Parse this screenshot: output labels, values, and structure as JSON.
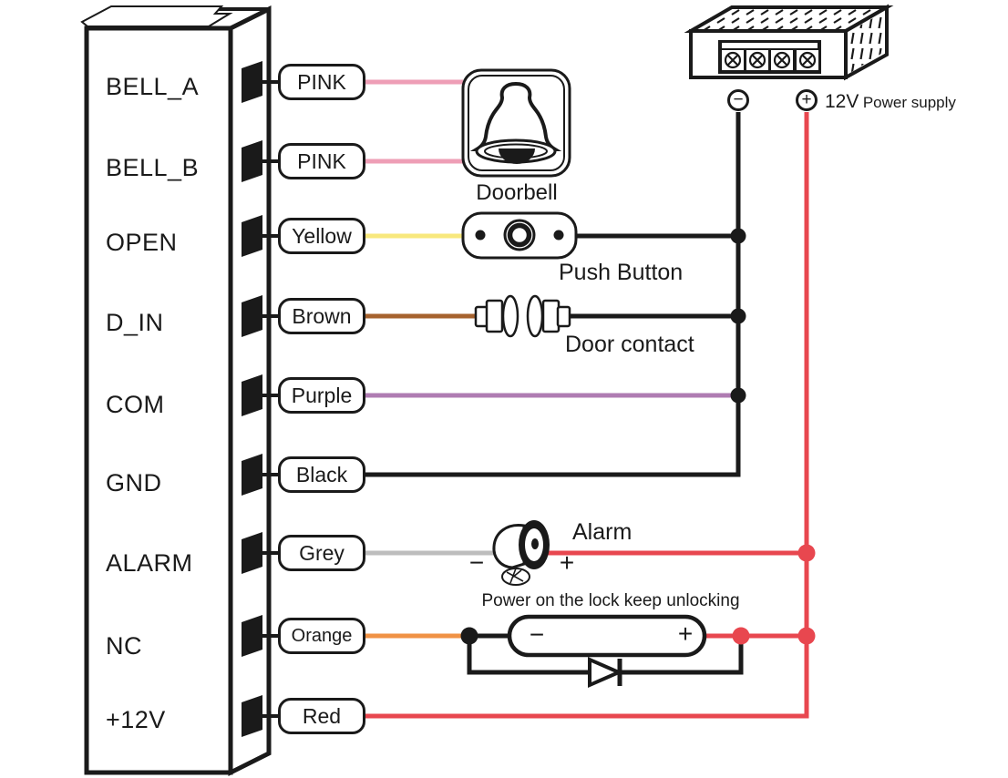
{
  "controller": {
    "terminals": [
      {
        "label": "BELL_A",
        "wire_label": "PINK",
        "wire_color": "#ee9eb6"
      },
      {
        "label": "BELL_B",
        "wire_label": "PINK",
        "wire_color": "#ee9eb6"
      },
      {
        "label": "OPEN",
        "wire_label": "Yellow",
        "wire_color": "#f8e87d"
      },
      {
        "label": "D_IN",
        "wire_label": "Brown",
        "wire_color": "#a6622e"
      },
      {
        "label": "COM",
        "wire_label": "Purple",
        "wire_color": "#af7cb2"
      },
      {
        "label": "GND",
        "wire_label": "Black",
        "wire_color": "#1a1a1a"
      },
      {
        "label": "ALARM",
        "wire_label": "Grey",
        "wire_color": "#bdbdbd"
      },
      {
        "label": "NC",
        "wire_label": "Orange",
        "wire_color": "#f09245"
      },
      {
        "label": "+12V",
        "wire_label": "Red",
        "wire_color": "#e8474f"
      }
    ]
  },
  "components": {
    "doorbell": {
      "label": "Doorbell"
    },
    "push_button": {
      "label": "Push Button"
    },
    "door_contact": {
      "label": "Door contact"
    },
    "alarm": {
      "label": "Alarm",
      "minus_sign": "−",
      "plus_sign": "+"
    },
    "lock": {
      "note": "Power on the lock keep unlocking",
      "minus_sign": "−",
      "plus_sign": "+"
    },
    "power_supply": {
      "voltage": "12V",
      "label": "Power supply",
      "minus_sign": "−",
      "plus_sign": "+"
    }
  },
  "buses": {
    "ground_color": "#1a1a1a",
    "positive_color": "#e8474f"
  }
}
